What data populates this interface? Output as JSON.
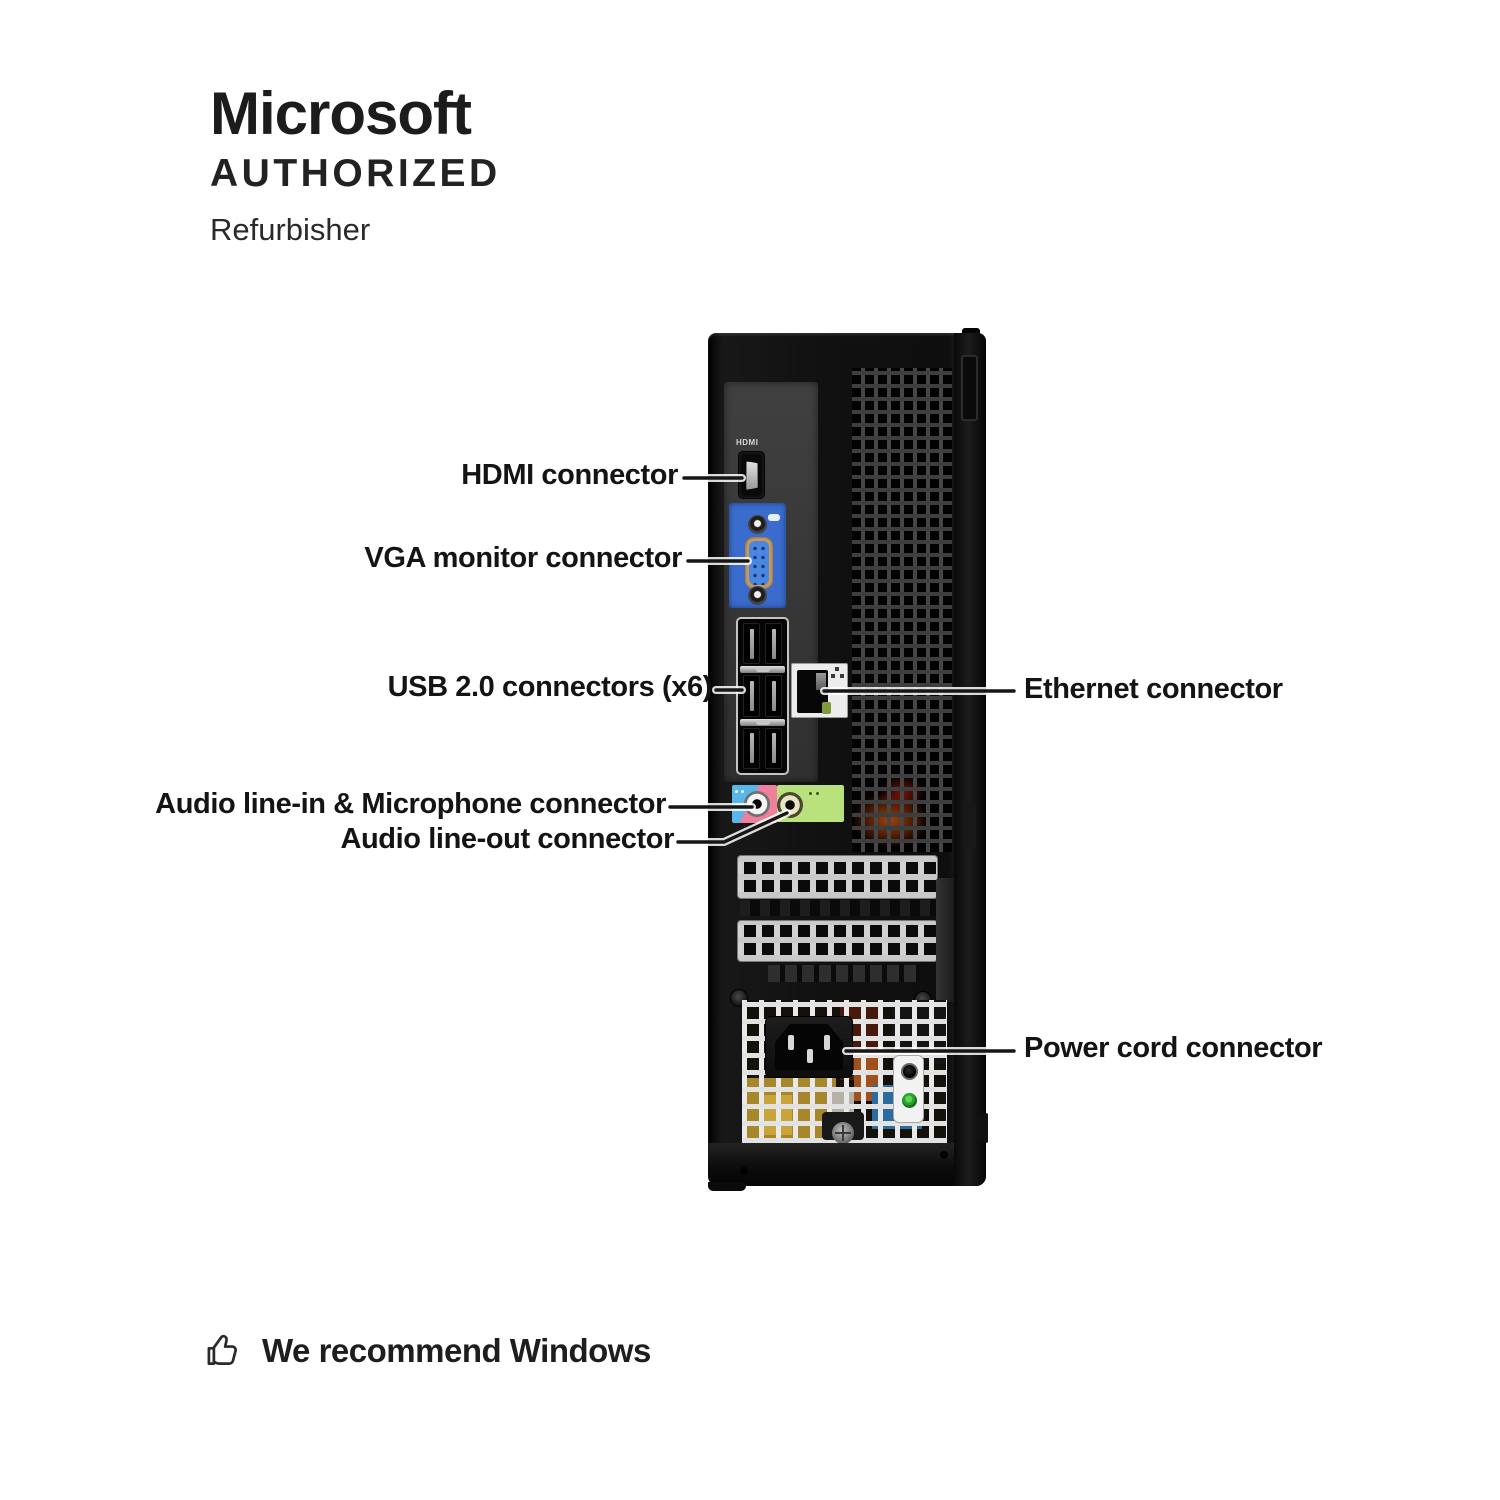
{
  "badge": {
    "title": "Microsoft",
    "subtitle": "AUTHORIZED",
    "tagline": "Refurbisher"
  },
  "callouts": {
    "hdmi": {
      "label": "HDMI connector"
    },
    "vga": {
      "label": "VGA monitor connector"
    },
    "usb": {
      "label": "USB 2.0 connectors (x6)"
    },
    "ethernet": {
      "label": "Ethernet connector"
    },
    "audio_in": {
      "label": "Audio line-in & Microphone connector"
    },
    "audio_out": {
      "label": "Audio line-out connector"
    },
    "power": {
      "label": "Power cord connector"
    }
  },
  "ports": {
    "hdmi_print": "HDMI"
  },
  "footer": {
    "recommendation": "We recommend Windows"
  },
  "colors": {
    "vga_blue": "#3a6bcd",
    "audio_line_in_blue": "#58b7e8",
    "microphone_pink": "#ee7f9d",
    "audio_line_out_green": "#b9e27d",
    "ethernet_led_green": "#7f9c3c",
    "power_led_green": "#23a32b",
    "label_text": "#141414",
    "tower_body": "#111111"
  }
}
